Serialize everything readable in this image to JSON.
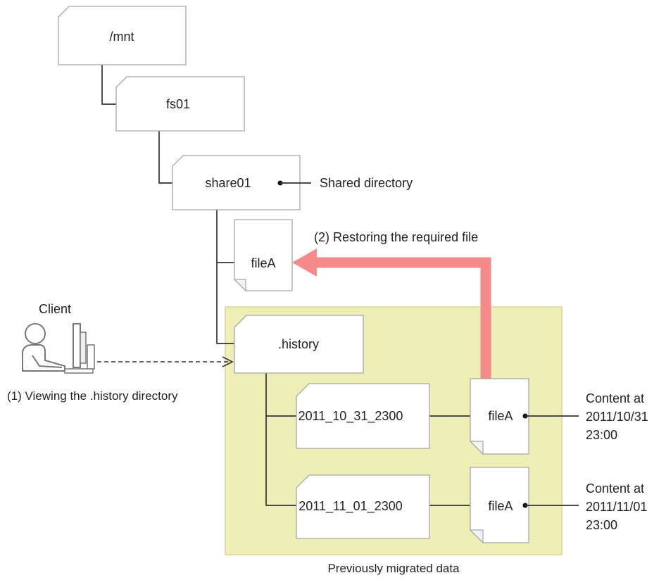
{
  "nodes": {
    "mnt": "/mnt",
    "fs01": "fs01",
    "share01": "share01",
    "fileA_restored": "fileA",
    "history": ".history",
    "snapshot_1": "2011_10_31_2300",
    "snapshot_2": "2011_11_01_2300",
    "fileA_snapshot_1": "fileA",
    "fileA_snapshot_2": "fileA"
  },
  "labels": {
    "shared_directory": "Shared directory",
    "restoring": "(2) Restoring the required file",
    "client": "Client",
    "viewing": "(1) Viewing the .history directory",
    "content_1_line1": "Content at",
    "content_1_line2": "2011/10/31",
    "content_1_line3": "23:00",
    "content_2_line1": "Content at",
    "content_2_line2": "2011/11/01",
    "content_2_line3": "23:00",
    "migrated": "Previously migrated data"
  },
  "colors": {
    "migrated_area": "#eeefb6",
    "migrated_area_border": "#d8d98c",
    "restore_arrow": "#f58a8a",
    "box_border": "#a6a6a6"
  },
  "icons": {
    "client": "user-at-computer-icon"
  }
}
